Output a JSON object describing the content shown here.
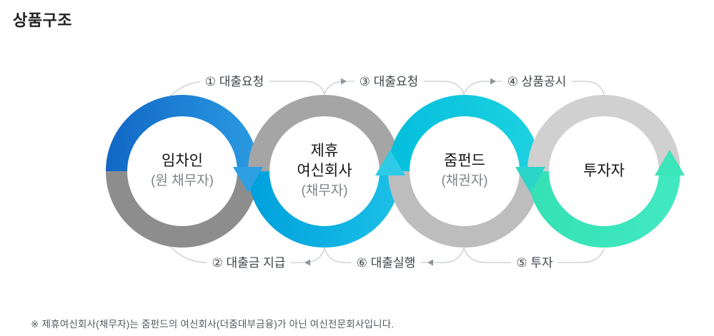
{
  "page": {
    "title": "상품구조",
    "footnote": "※ 제휴여신회사(채무자)는 줌펀드의 여신회사(더줌대부금융)가 아닌 여신전문회사입니다."
  },
  "diagram": {
    "nodes": [
      {
        "name": "tenant",
        "lines": [
          "임차인",
          "(원 채무자)"
        ]
      },
      {
        "name": "affiliated-credit-company",
        "lines": [
          "제휴",
          "여신회사",
          "(채무자)"
        ]
      },
      {
        "name": "zoom-fund",
        "lines": [
          "줌펀드",
          "(채권자)"
        ]
      },
      {
        "name": "investor",
        "lines": [
          "투자자"
        ]
      }
    ],
    "flow_labels": [
      {
        "text": "① 대출요청",
        "row": "top",
        "arrow": "none"
      },
      {
        "text": "③ 대출요청",
        "row": "top",
        "arrow": "right"
      },
      {
        "text": "④ 상품공시",
        "row": "top",
        "arrow": "right"
      },
      {
        "text": "② 대출금 지급",
        "row": "bottom",
        "arrow": "left"
      },
      {
        "text": "⑥ 대출실행",
        "row": "bottom",
        "arrow": "left"
      },
      {
        "text": "⑤ 투자",
        "row": "bottom",
        "arrow": "none"
      }
    ],
    "rings": [
      {
        "node": "tenant",
        "colored_half": "top",
        "arrow_direction": "down",
        "color_from": "#1166c5",
        "color_to": "#2b9be2",
        "arrow_color": "#2f9fe4",
        "gray_color": "#8d8d8d"
      },
      {
        "node": "affiliated-credit-company",
        "colored_half": "bottom",
        "arrow_direction": "up",
        "color_from": "#00a0dc",
        "color_to": "#1cc0e6",
        "arrow_color": "#2ecae6",
        "gray_color": "#a5a5a5"
      },
      {
        "node": "zoom-fund",
        "colored_half": "top",
        "arrow_direction": "down",
        "color_from": "#04bedd",
        "color_to": "#1ed2e0",
        "arrow_color": "#2bd5c8",
        "gray_color": "#bdbdbd"
      },
      {
        "node": "investor",
        "colored_half": "bottom",
        "arrow_direction": "up",
        "color_from": "#35e1b4",
        "color_to": "#41e9c1",
        "arrow_color": "#3ce5b9",
        "gray_color": "#d0d0d0"
      }
    ],
    "colors": {
      "connector_line": "#c7cbce",
      "connector_arrow": "#8f969b"
    }
  }
}
